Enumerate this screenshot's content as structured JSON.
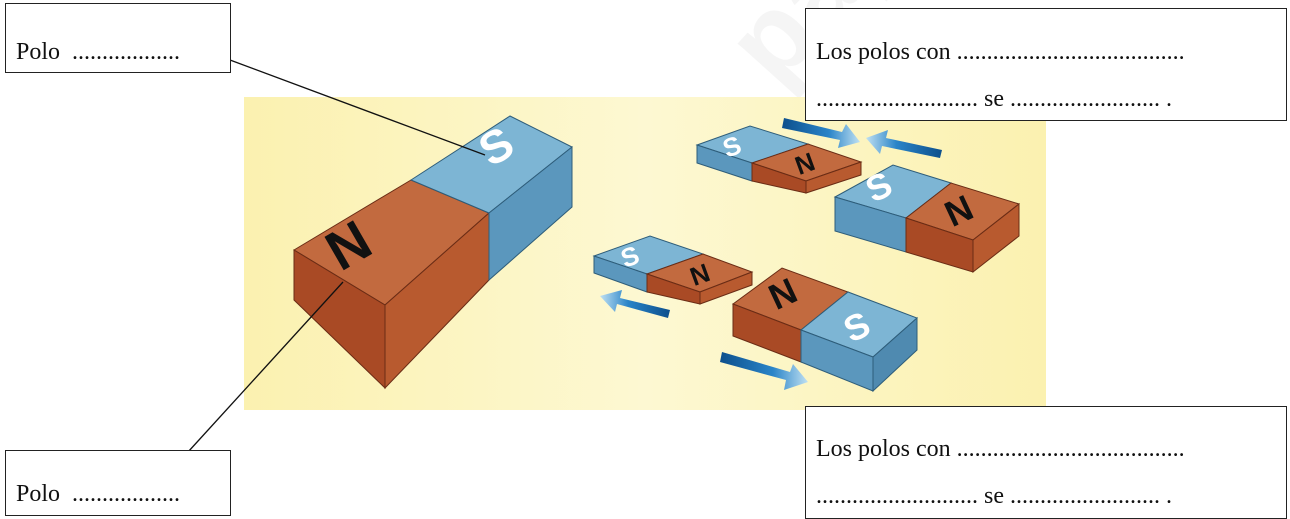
{
  "watermark": "papelbur.es",
  "magnet_letters": {
    "north": "N",
    "south": "S"
  },
  "labels": {
    "top_left_pole": {
      "word": "Polo",
      "dots": ".................."
    },
    "bottom_left_pole": {
      "word": "Polo",
      "dots": ".................."
    },
    "top_right": {
      "line1": "Los polos con ......................................",
      "line2": "........................... se ......................... ."
    },
    "bottom_right": {
      "line1": "Los polos con ......................................",
      "line2": "........................... se ......................... ."
    }
  },
  "colors": {
    "background_panel": "#fbf4b6",
    "north_pole": "#b5552f",
    "south_pole": "#6fa9c8",
    "arrow": "#1a6fb0"
  }
}
